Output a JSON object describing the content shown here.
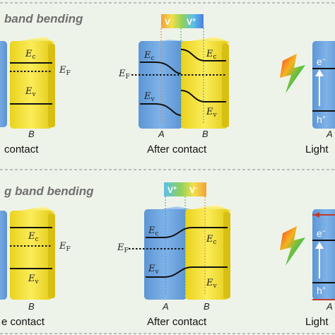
{
  "top_panel": {
    "title": "band bending",
    "before_caption": "contact",
    "after_caption": "After contact",
    "light_caption": "Light",
    "label_A": "A",
    "label_B": "B",
    "ef_label": "E",
    "ef_sub": "F",
    "ec_label": "E",
    "ec_sub": "c",
    "ev_label": "E",
    "ev_sub": "v",
    "v_left": "V",
    "v_right": "V",
    "v_right_sup": "+",
    "electron": "e",
    "electron_sup": "−",
    "hole": "h",
    "hole_sup": "+"
  },
  "bottom_panel": {
    "title": "g band bending",
    "before_caption": "e contact",
    "after_caption": "After contact",
    "light_caption": "Light",
    "label_A": "A",
    "label_B": "B",
    "ef_label": "E",
    "ef_sub": "F",
    "ec_label": "E",
    "ec_sub": "c",
    "ev_label": "E",
    "ev_sub": "v",
    "v_left": "V",
    "v_left_sup": "+",
    "v_right": "V",
    "v_right_sup": "-",
    "electron": "e",
    "electron_sup": "−",
    "hole": "h",
    "hole_sup": "+"
  },
  "colors": {
    "background": "#eef3e9",
    "semiconductor_a": "#6ea6e0",
    "semiconductor_b": "#f3e13c",
    "divider": "#9aa0a0",
    "arrow": "#c0392b"
  }
}
